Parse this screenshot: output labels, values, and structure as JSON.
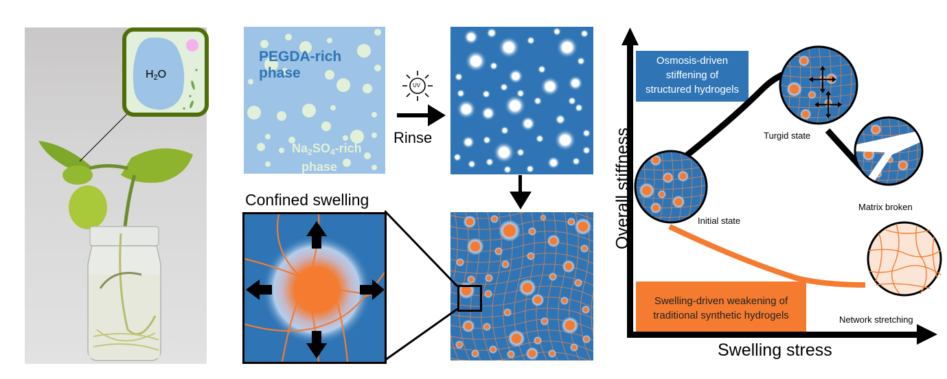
{
  "panel_plant": {
    "cell_label": "H",
    "cell_label_sub": "2",
    "cell_label_tail": "O",
    "icon": "plant-in-jar-photo"
  },
  "panel_phase": {
    "pegda_label_line1": "PEGDA-rich",
    "pegda_label_line2": "phase",
    "salt_label_pre": "Na",
    "salt_label_sub1": "2",
    "salt_label_mid": "SO",
    "salt_label_sub2": "4",
    "salt_label_post": "-rich",
    "salt_label_line2": "phase"
  },
  "process": {
    "uv_label": "UV",
    "rinse_label": "Rinse"
  },
  "confined": {
    "title": "Confined swelling"
  },
  "plot": {
    "y_axis_label": "Overall stiffness",
    "x_axis_label": "Swelling stress",
    "box_top": {
      "line1": "Osmosis-driven",
      "line2": "stiffening of",
      "line3": "structured hydrogels"
    },
    "box_bottom": {
      "line1": "Swelling-driven weakening of",
      "line2": "traditional synthetic hydrogels"
    },
    "states": {
      "initial": "Initial state",
      "turgid": "Turgid state",
      "broken": "Matrix broken",
      "stretching": "Network stretching"
    }
  },
  "colors": {
    "blue_dark": "#2f75b5",
    "blue_light": "#9dc3e6",
    "droplet": "#e2f0d9",
    "orange": "#f47b30",
    "cell_wall": "#4f6e08",
    "cell_fill": "#e2efda",
    "vacuole": "#9dc3e6",
    "pegda_text": "#2f75b5",
    "salt_text": "#e2f0d9",
    "peach": "#fbe5d6"
  }
}
